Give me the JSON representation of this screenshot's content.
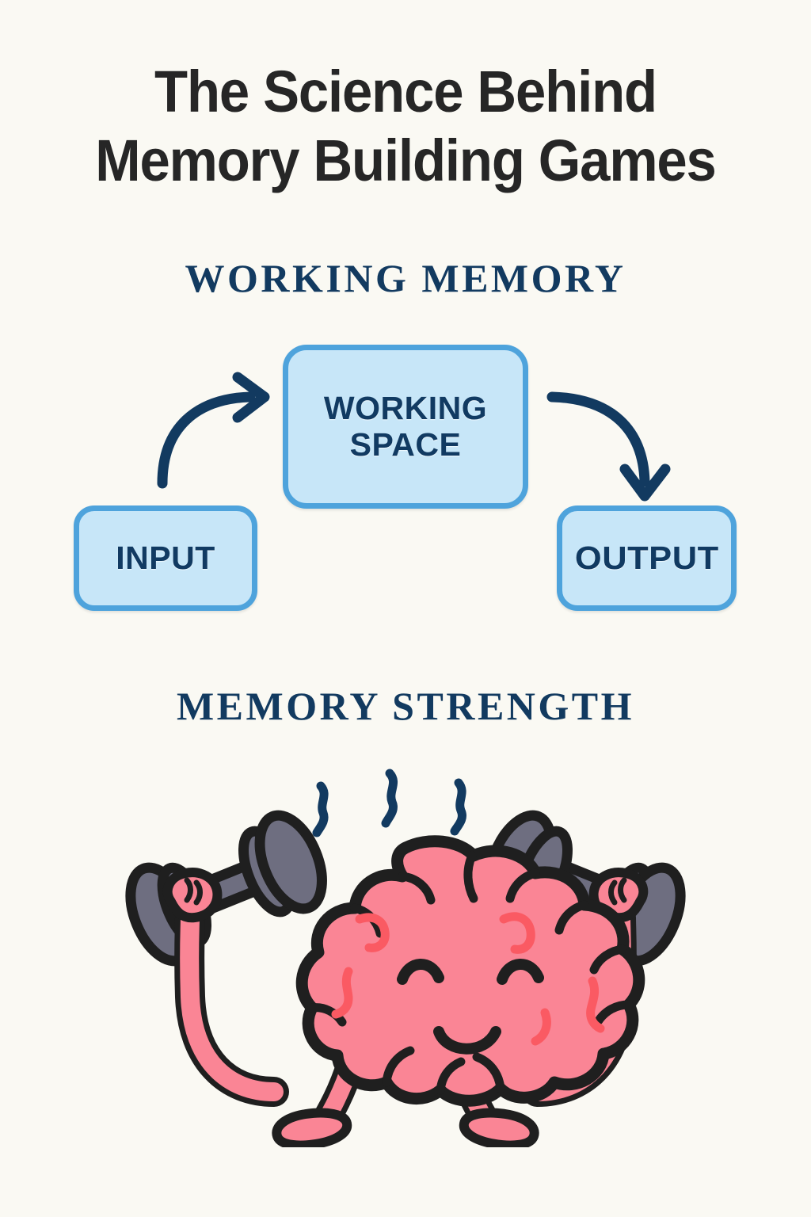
{
  "page": {
    "background_color": "#faf9f3",
    "title_lines": [
      "The Science Behind",
      "Memory Building Games"
    ]
  },
  "sections": [
    {
      "id": "working-memory",
      "heading": "WORKING MEMORY",
      "heading_color": "#123a60"
    },
    {
      "id": "memory-strength",
      "heading": "MEMORY STRENGTH",
      "heading_color": "#123a60"
    }
  ],
  "diagram": {
    "boxes": [
      {
        "id": "input",
        "label": "INPUT"
      },
      {
        "id": "working-space",
        "label": "WORKING\nSPACE"
      },
      {
        "id": "output",
        "label": "OUTPUT"
      }
    ],
    "arrows": [
      {
        "id": "input-to-working-space",
        "from": "INPUT",
        "to": "WORKING SPACE",
        "direction": "up-right"
      },
      {
        "id": "working-space-to-output",
        "from": "WORKING SPACE",
        "to": "OUTPUT",
        "direction": "right-down"
      }
    ],
    "colors": {
      "box_fill": "#c7e6f8",
      "box_border": "#4ea3dc",
      "box_text": "#113a62",
      "arrow": "#123a60"
    }
  },
  "illustration": {
    "name": "brain-lifting-dumbbells",
    "parts": [
      "brain-body",
      "closed-eye-left",
      "closed-eye-right",
      "smile",
      "arm-left",
      "arm-right",
      "dumbbell-left",
      "dumbbell-right",
      "leg-left",
      "leg-right",
      "effort-squiggle-left",
      "effort-squiggle-center",
      "effort-squiggle-right"
    ],
    "colors": {
      "brain_fill": "#fa8595",
      "brain_fold": "#fa5a63",
      "outline": "#1f1f1f",
      "dumbbell_fill": "#6e6e80",
      "dumbbell_shade": "#5f5f70",
      "squiggle": "#123a60"
    }
  }
}
